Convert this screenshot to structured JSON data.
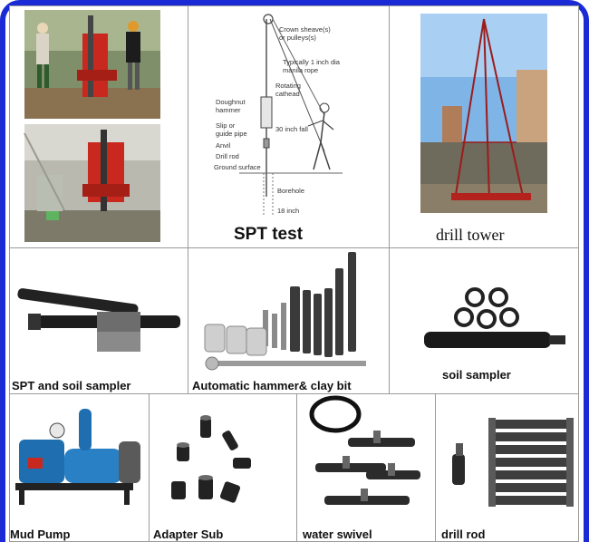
{
  "panels": {
    "spt_test": {
      "label": "SPT test"
    },
    "drill_tower": {
      "label": "drill tower"
    },
    "spt_soil_sampler": {
      "label": "SPT and soil sampler"
    },
    "automatic_hammer": {
      "label": "Automatic hammer& clay bit"
    },
    "soil_sampler": {
      "label": "soil sampler"
    },
    "mud_pump": {
      "label": "Mud Pump"
    },
    "adapter_sub": {
      "label": "Adapter Sub"
    },
    "water_swivel": {
      "label": "water swivel"
    },
    "drill_rod": {
      "label": "drill rod"
    }
  },
  "spt_diagram": {
    "crown_sheave": "Crown sheave(s)",
    "crown_sheave_2": "or pulleys(s)",
    "rope_1": "Typically 1 inch dia",
    "rope_2": "manila rope",
    "rotating_1": "Rotating",
    "rotating_2": "cathead",
    "doughnut_1": "Doughnut",
    "doughnut_2": "hammer",
    "slip_1": "Slip or",
    "slip_2": "guide pipe",
    "fall": "30 inch fall",
    "anvil": "Anvil",
    "drill_rod": "Drill rod",
    "ground": "Ground surface",
    "borehole": "Borehole",
    "depth": "18 inch"
  },
  "colors": {
    "frame_border": "#1a2bd6",
    "cell_border": "#9a9a9a",
    "equipment_red": "#c8281e",
    "pump_blue": "#1f6fb0",
    "steel": "#2b2b2b"
  }
}
